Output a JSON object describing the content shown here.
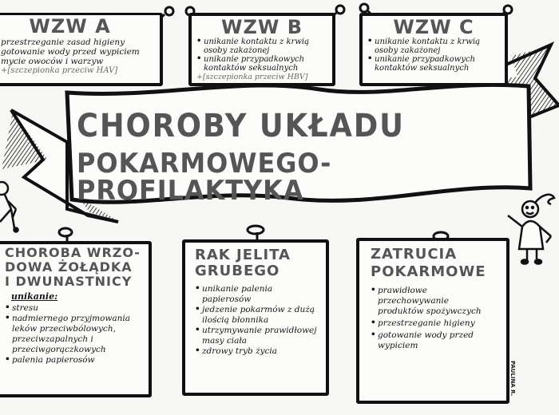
{
  "banner": {
    "line1": "CHOROBY UKŁADU",
    "line2": "POKARMOWEGO-PROFILAKTYKA"
  },
  "cards_top": [
    {
      "title": "WZW A",
      "lines": [
        "przestrzeganie zasad higieny",
        "gotowanie wody przed wypiciem",
        "mycie owoców i warzyw"
      ],
      "vaccine": "+[szczepionka przeciw HAV]"
    },
    {
      "title": "WZW B",
      "bullets": [
        "unikanie kontaktu z krwią osoby zakażonej",
        "unikanie przypadkowych kontaktów seksualnych"
      ],
      "vaccine": "+[szczepionka przeciw HBV]"
    },
    {
      "title": "WZW C",
      "bullets": [
        "unikanie kontaktu z krwią osoby zakażonej",
        "unikanie przypadkowych kontaktów seksualnych"
      ]
    }
  ],
  "cards_bottom": [
    {
      "title_lines": [
        "CHOROBA WRZO-",
        "DOWA ŻOŁĄDKA",
        "I DWUNASTNICY"
      ],
      "subheading": "unikanie:",
      "bullets": [
        "stresu",
        "nadmiernego przyjmowania leków przeciwbólowych, przeciwzapalnych i przeciwgorączkowych",
        "palenia papierosów"
      ]
    },
    {
      "title_lines": [
        "RAK JELITA",
        "GRUBEGO"
      ],
      "bullets": [
        "unikanie palenia papierosów",
        "jedzenie pokarmów z dużą ilością błonnika",
        "utrzymywanie prawidłowej masy ciała",
        "zdrowy tryb życia"
      ]
    },
    {
      "title_lines": [
        "ZATRUCIA",
        "POKARMOWE"
      ],
      "bullets": [
        "prawidłowe przechowywanie produktów spożywczych",
        "przestrzeganie higieny",
        "gotowanie wody przed wypiciem"
      ]
    }
  ],
  "signature": "PAULINA R.",
  "figures": [
    {
      "name": "stick-figure-left"
    },
    {
      "name": "stick-figure-girl-right"
    }
  ],
  "colors": {
    "ink": "#111111",
    "marker_gray": "#555555",
    "paper": "#f7f7f5"
  }
}
